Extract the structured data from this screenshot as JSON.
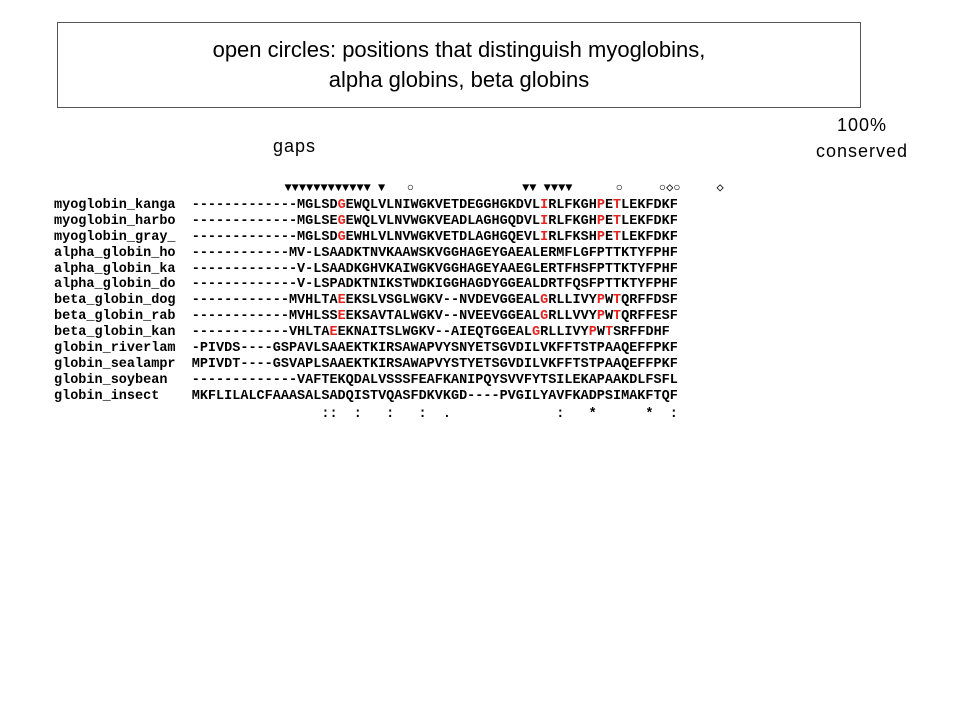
{
  "title": {
    "line1": "open circles: positions that distinguish myoglobins,",
    "line2": "alpha globins, beta globins"
  },
  "gaps_label": "gaps",
  "conserved_label": {
    "line1": "100%",
    "line2": "conserved"
  },
  "marker_line": "                                ▼▼▼▼▼▼▼▼▼▼▼▼ ▼   ○               ▼▼ ▼▼▼▼      ○     ○◇○     ◇",
  "highlight_color": "#e8231f",
  "rows": [
    {
      "name": "myoglobin_kanga",
      "seq": "-------------MGLSDGEWQLVLNIWGKVETDEGGHGKDVLIRLFKGHPETLEKFDKF",
      "highlights": [
        18,
        43,
        50,
        52
      ]
    },
    {
      "name": "myoglobin_harbo",
      "seq": "-------------MGLSEGEWQLVLNVWGKVEADLAGHGQDVLIRLFKGHPETLEKFDKF",
      "highlights": [
        18,
        43,
        50,
        52
      ]
    },
    {
      "name": "myoglobin_gray_",
      "seq": "-------------MGLSDGEWHLVLNVWGKVETDLAGHGQEVLIRLFKSHPETLEKFDKF",
      "highlights": [
        18,
        43,
        50,
        52
      ]
    },
    {
      "name": "alpha_globin_ho",
      "seq": "------------MV-LSAADKTNVKAAWSKVGGHAGEYGAEALERMFLGFPTTKTYFPHF",
      "highlights": []
    },
    {
      "name": "alpha_globin_ka",
      "seq": "-------------V-LSAADKGHVKAIWGKVGGHAGEYAAEGLERTFHSFPTTKTYFPHF",
      "highlights": []
    },
    {
      "name": "alpha_globin_do",
      "seq": "-------------V-LSPADKTNIKSTWDKIGGHAGDYGGEALDRTFQSFPTTKTYFPHF",
      "highlights": []
    },
    {
      "name": "beta_globin_dog",
      "seq": "------------MVHLTAEEKSLVSGLWGKV--NVDEVGGEALGRLLIVYPWTQRFFDSF",
      "highlights": [
        18,
        43,
        50,
        52
      ]
    },
    {
      "name": "beta_globin_rab",
      "seq": "------------MVHLSSEEKSAVTALWGKV--NVEEVGGEALGRLLVVYPWTQRFFESF",
      "highlights": [
        18,
        43,
        50,
        52
      ]
    },
    {
      "name": "beta_globin_kan",
      "seq": "------------VHLTAEEKNAITSLWGKV--AIEQTGGEALGRLLIVYPWTSRFFDHF",
      "highlights": [
        17,
        42,
        49,
        51
      ]
    },
    {
      "name": "globin_riverlam",
      "seq": "-PIVDS----GSPAVLSAAEKTKIRSAWAPVYSNYETSGVDILVKFFTSTPAAQEFFPKF",
      "highlights": []
    },
    {
      "name": "globin_sealampr",
      "seq": "MPIVDT----GSVAPLSAAEKTKIRSAWAPVYSTYETSGVDILVKFFTSTPAAQEFFPKF",
      "highlights": []
    },
    {
      "name": "globin_soybean",
      "seq": "-------------VAFTEKQDALVSSSFEAFKANIPQYSVVFYTSILEKAPAAKDLFSFL",
      "highlights": []
    },
    {
      "name": "globin_insect",
      "seq": "MKFLILALCFAAASALSADQISTVQASFDKVKGD----PVGILYAVFKADPSIMAKFTQF",
      "highlights": []
    }
  ],
  "consensus_line": "                                 ::  :   :   :  .             :   *      *  :"
}
